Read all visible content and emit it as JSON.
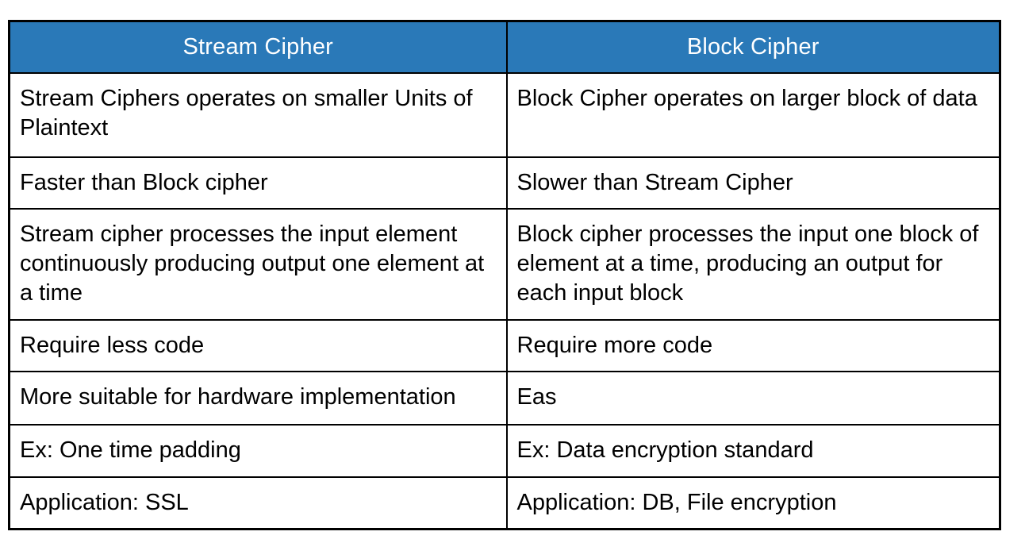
{
  "document_table": {
    "headers": {
      "stream": "Stream Cipher",
      "block": "Block Cipher"
    },
    "rows": [
      {
        "stream": "Stream Ciphers operates on smaller Units of Plaintext",
        "block": "Block Cipher operates on larger block of data"
      },
      {
        "stream": "Faster than Block cipher",
        "block": "Slower than Stream Cipher"
      },
      {
        "stream": "Stream cipher processes the input element continuously producing output one element at a time",
        "block": "Block cipher processes the input one block of element at a time, producing an output for each input block"
      },
      {
        "stream": "Require less code",
        "block": "Require more code"
      },
      {
        "stream": "More suitable for hardware implementation",
        "block": "Eas"
      },
      {
        "stream": "Ex: One time padding",
        "block": "Ex: Data encryption standard"
      },
      {
        "stream": "Application: SSL",
        "block": "Application: DB, File encryption"
      }
    ],
    "colors": {
      "header_bg": "#2A79B8",
      "header_text": "#FFFFFF",
      "border": "#000000",
      "body_text": "#000000",
      "page_bg": "#FFFFFF"
    }
  }
}
